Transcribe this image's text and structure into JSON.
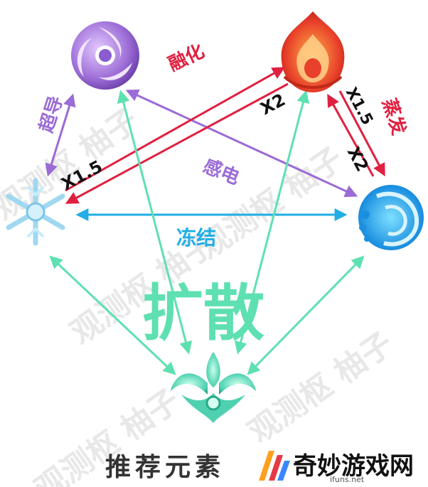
{
  "watermark": "观测枢 柚子",
  "labels": {
    "superconduct": "超导",
    "melt": "融化",
    "vaporize": "蒸发",
    "electrocharged": "感电",
    "frozen": "冻结",
    "swirl": "扩散",
    "x15_left": "X1.5",
    "x2_melt": "X2",
    "x15_vap": "X1.5",
    "x2_vap": "X2"
  },
  "footer": {
    "text": "推荐元素",
    "logo_title": "奇妙游戏网",
    "logo_sub": "ifuns.net"
  },
  "colors": {
    "purple": "#9b6bd6",
    "red": "#e02040",
    "teal": "#5ee0b0",
    "blue": "#22aee6",
    "pyro": "#e84a2a",
    "electro": "#a57ad8",
    "cryo": "#9fd8f0",
    "hydro": "#1a8fe0",
    "anemo": "#4fd1b0"
  }
}
